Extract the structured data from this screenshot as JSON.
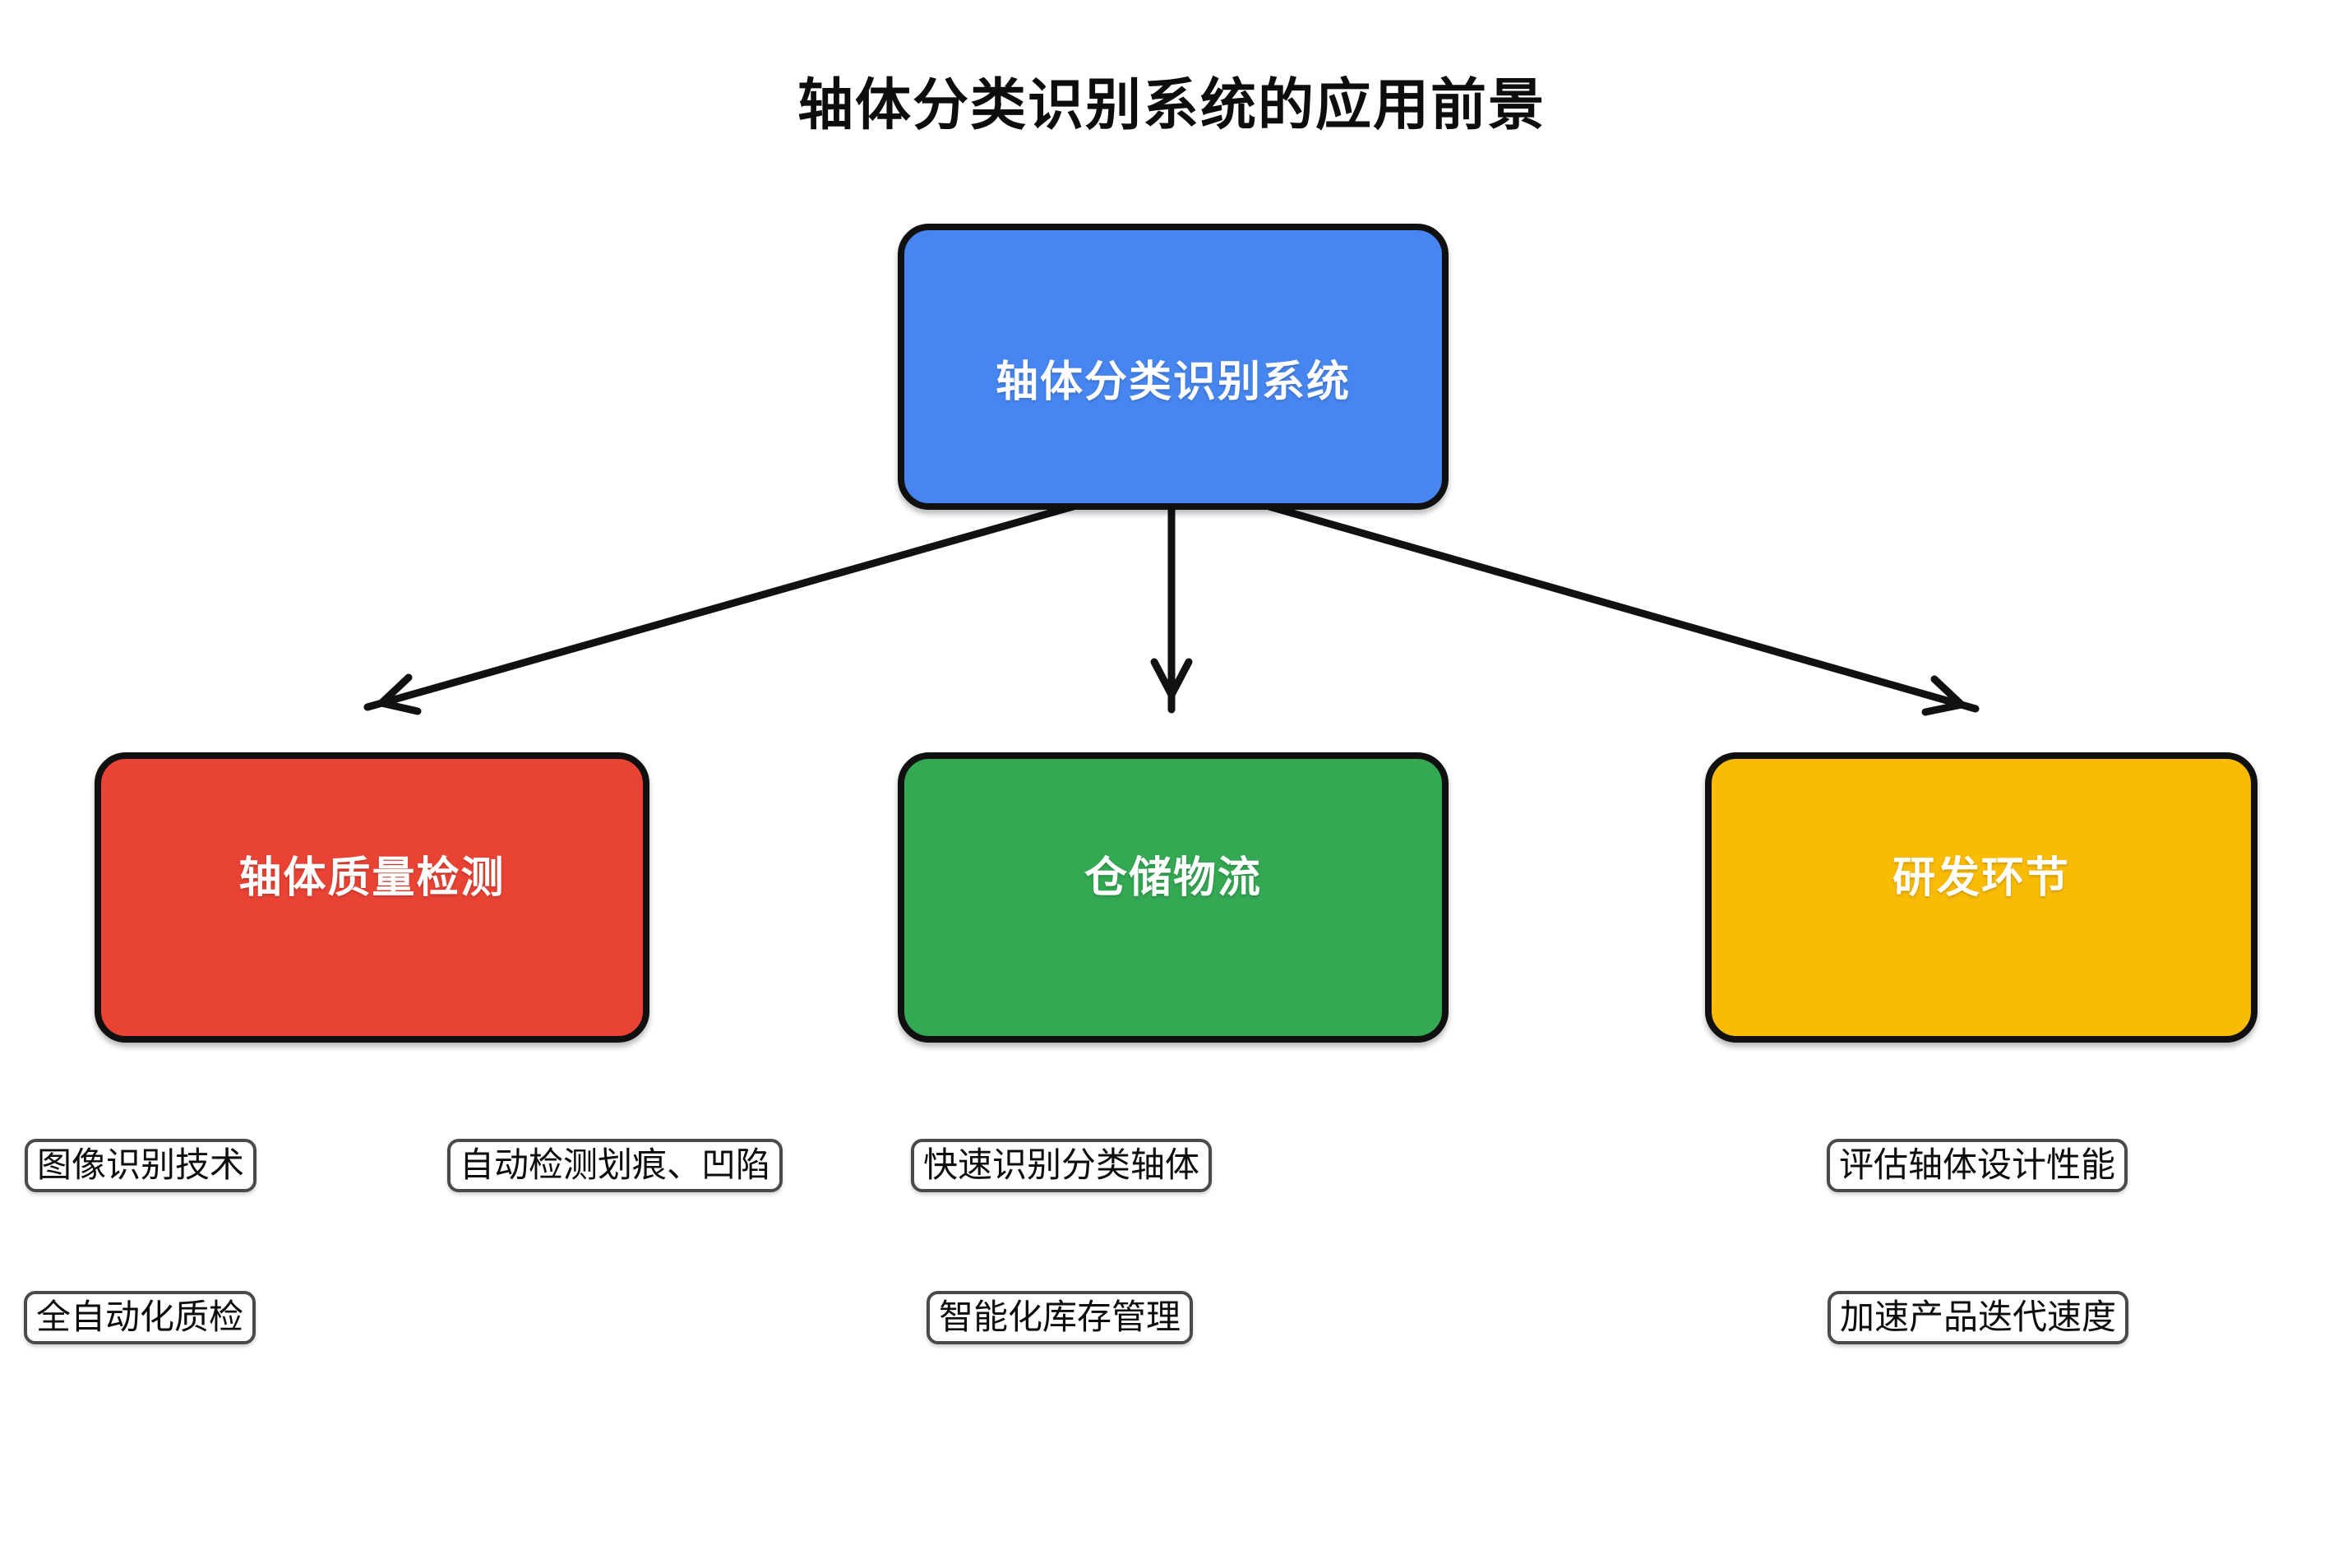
{
  "title": "轴体分类识别系统的应用前景",
  "colors": {
    "root": "#4786F0",
    "quality": "#E94335",
    "logistics": "#34A853",
    "rnd": "#FABB05",
    "arrow": "#111111",
    "tag_border": "#4a4a4a"
  },
  "root": {
    "label": "轴体分类识别系统"
  },
  "branches": {
    "quality": {
      "label": "轴体质量检测",
      "tags": [
        "图像识别技术",
        "自动检测划痕、凹陷",
        "全自动化质检"
      ]
    },
    "logistics": {
      "label": "仓储物流",
      "tags": [
        "快速识别分类轴体",
        "智能化库存管理"
      ]
    },
    "rnd": {
      "label": "研发环节",
      "tags": [
        "评估轴体设计性能",
        "加速产品迭代速度"
      ]
    }
  }
}
